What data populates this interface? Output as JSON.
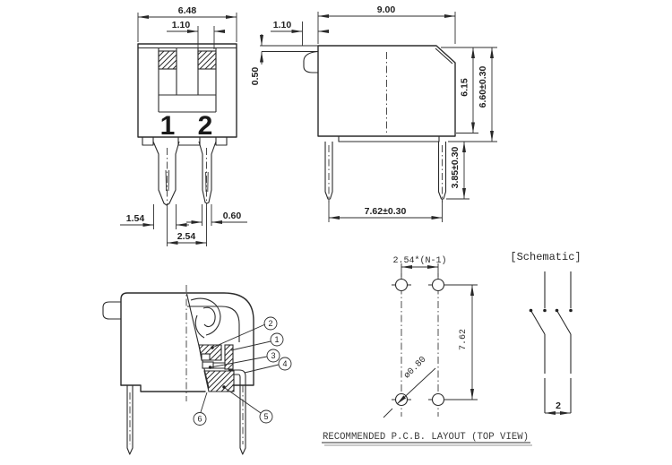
{
  "front_view": {
    "width_dim": "6.48",
    "slot_width_dim": "1.10",
    "switch_labels": [
      "1",
      "2"
    ],
    "pin_width_dim": "1.54",
    "pin_tip_width_dim": "0.60",
    "pin_pitch_dim": "2.54"
  },
  "side_view": {
    "length_dim": "9.00",
    "actuator_protrusion_dim": "1.10",
    "actuator_thickness_dim": "0.50",
    "body_height_dim": "6.15",
    "overall_height_dim": "6.60±0.30",
    "pin_length_dim": "3.85±0.30",
    "pin_row_span_dim": "7.62±0.30"
  },
  "section_view": {
    "callouts": [
      "1",
      "2",
      "3",
      "4",
      "5",
      "6"
    ]
  },
  "pcb_layout": {
    "pitch_dim": "2.54*(N-1)",
    "row_spacing_dim": "7.62",
    "hole_dia_dim": "ø0.80",
    "caption": "RECOMMENDED P.C.B. LAYOUT (TOP VIEW)"
  },
  "schematic": {
    "title": "[Schematic]",
    "poles_count_dim": "2"
  },
  "colors": {
    "line": "#2b2b2b",
    "background": "#ffffff",
    "caption_text": "#3b3b3b"
  }
}
